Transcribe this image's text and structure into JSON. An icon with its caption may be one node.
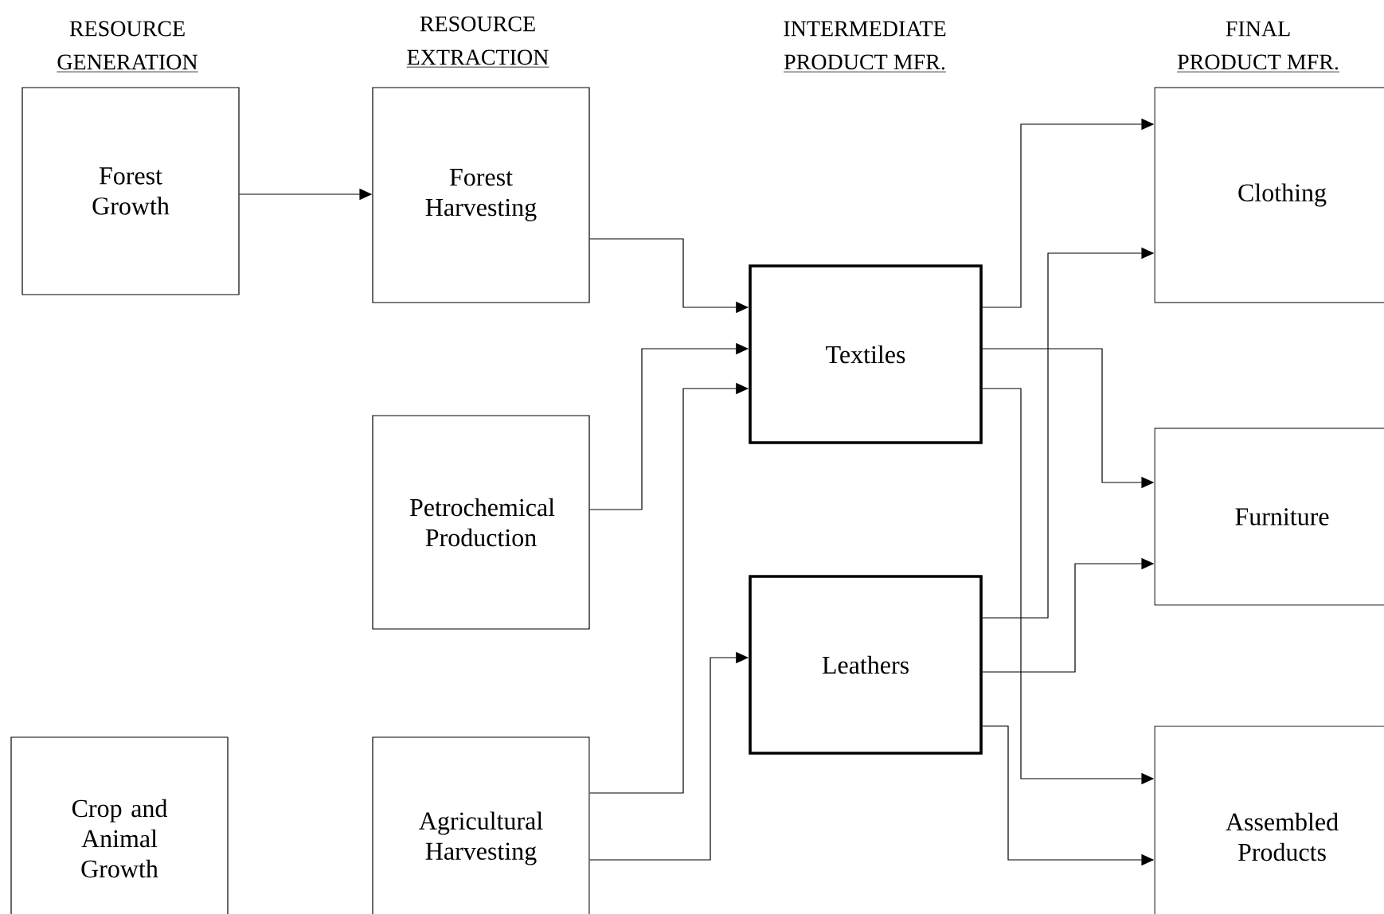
{
  "diagram": {
    "nodes": [
      {
        "text": [
          "Forest Growth"
        ]
      },
      {
        "text": [
          "Forest Harvesting"
        ]
      },
      {
        "text": [
          "Petrochemical Production"
        ]
      },
      {
        "text": [
          "Crop and Animal Growth"
        ]
      },
      {
        "text": [
          "Agricultural Harvesting"
        ]
      },
      {
        "text": [
          "Textiles"
        ]
      },
      {
        "text": [
          "Leathers"
        ]
      },
      {
        "text": [
          "Clothing"
        ]
      },
      {
        "text": [
          "Furniture"
        ]
      },
      {
        "text": [
          "Assembled Products"
        ]
      }
    ],
    "edges": [
      {
        "from": 0,
        "to": 1,
        "arrow": "to"
      },
      {
        "from": 1,
        "to": 5,
        "arrow": "to"
      },
      {
        "from": 2,
        "to": 5,
        "arrow": "to"
      },
      {
        "from": 4,
        "to": 5,
        "arrow": "to"
      },
      {
        "from": 4,
        "to": 6,
        "arrow": "to"
      },
      {
        "from": 5,
        "to": 7,
        "arrow": "to"
      },
      {
        "from": 5,
        "to": 8,
        "arrow": "to"
      },
      {
        "from": 5,
        "to": 9,
        "arrow": "to"
      },
      {
        "from": 6,
        "to": 7,
        "arrow": "to"
      },
      {
        "from": 6,
        "to": 8,
        "arrow": "to"
      },
      {
        "from": 6,
        "to": 9,
        "arrow": "to"
      }
    ],
    "labels": [
      "RESOURCE",
      "GENERATION",
      "RESOURCE",
      "EXTRACTION",
      "INTERMEDIATE",
      "PRODUCT MFR.",
      "FINAL",
      "PRODUCT MFR."
    ]
  }
}
